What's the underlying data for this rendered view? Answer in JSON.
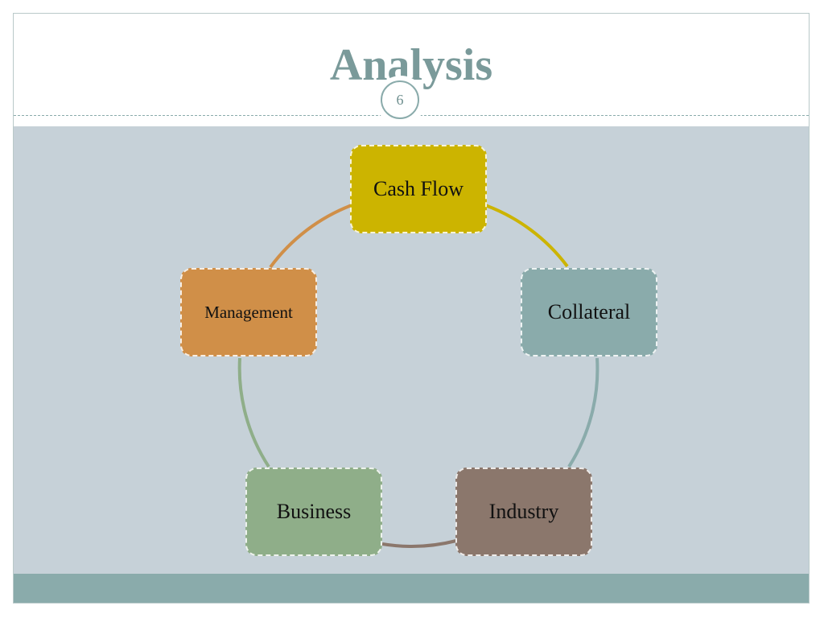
{
  "slide": {
    "title": "Analysis",
    "page_number": "6"
  },
  "cycle": {
    "nodes": [
      {
        "label": "Cash Flow",
        "color": "#ccb400"
      },
      {
        "label": "Collateral",
        "color": "#8aabab"
      },
      {
        "label": "Industry",
        "color": "#8b776c"
      },
      {
        "label": "Business",
        "color": "#8fae89"
      },
      {
        "label": "Management",
        "color": "#d08f48"
      }
    ]
  },
  "colors": {
    "accent": "#8aabab",
    "content_background": "#c6d1d8",
    "title_color": "#7a9a9a"
  }
}
